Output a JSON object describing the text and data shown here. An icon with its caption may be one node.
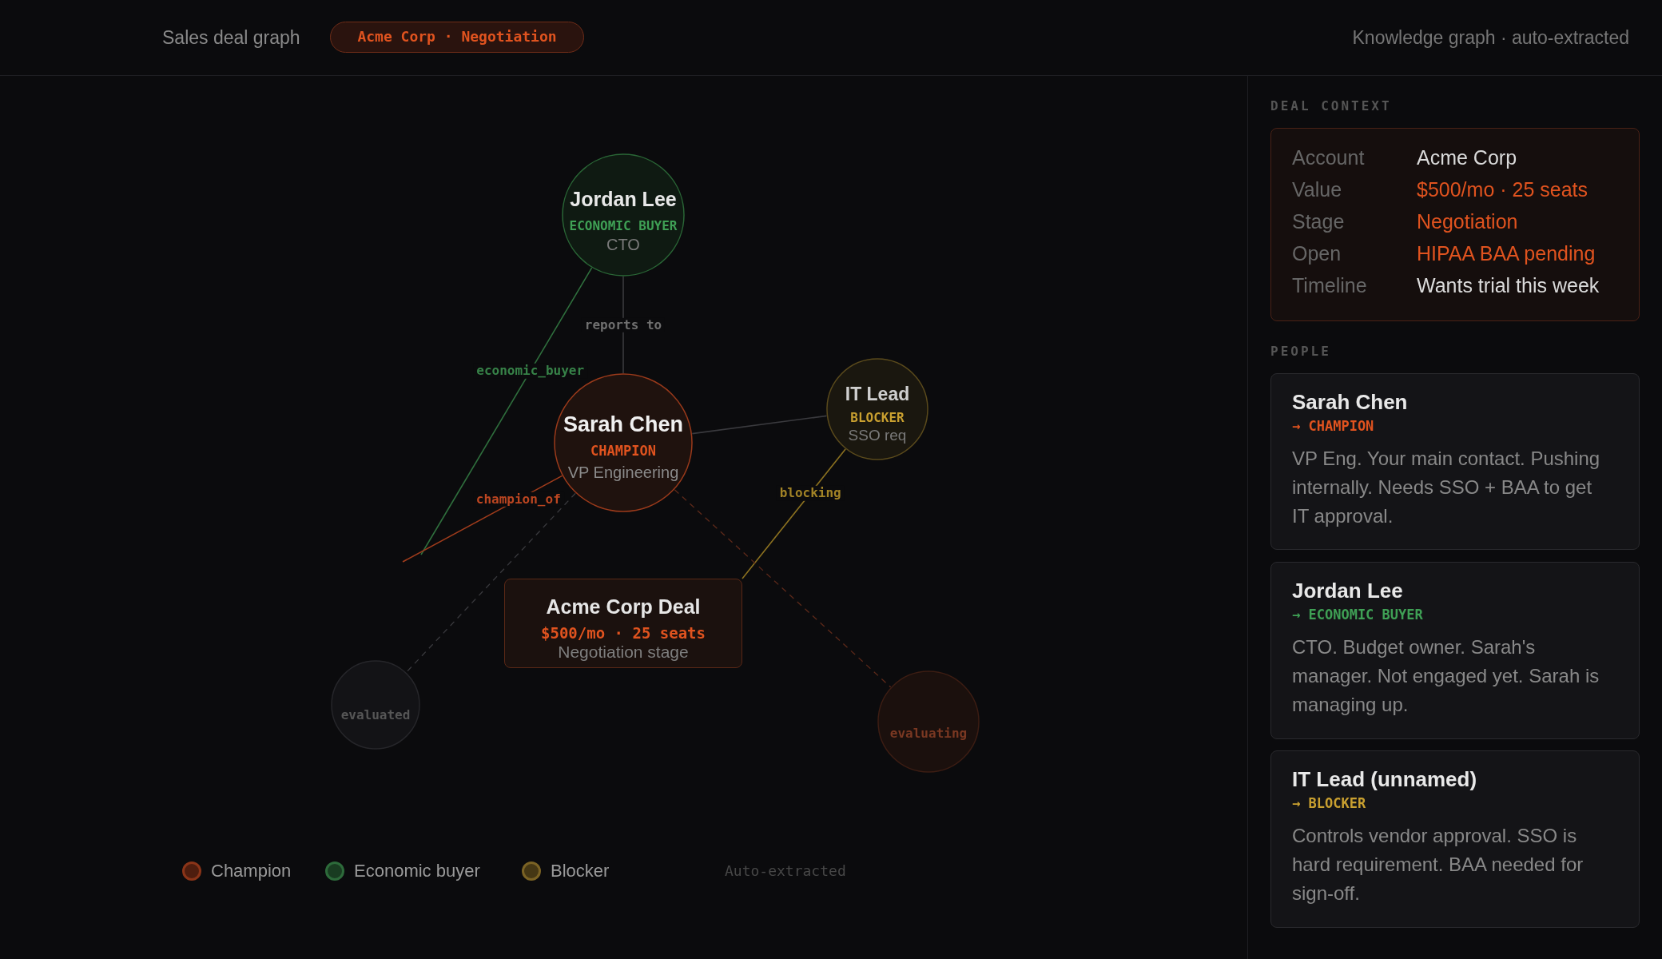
{
  "diagram": {
    "title": "Sales deal graph",
    "nodes": [
      {
        "text": [
          "Acme Corp · Negotiation"
        ]
      },
      {
        "text": [
          "Jordan Lee",
          "ECONOMIC BUYER",
          "CTO"
        ]
      },
      {
        "text": [
          "Sarah Chen",
          "CHAMPION",
          "VP Engineering"
        ]
      },
      {
        "text": [
          "IT Lead",
          "BLOCKER",
          "SSO req"
        ]
      },
      {
        "text": [
          "Acme Corp Deal",
          "$500/mo · 25 seats",
          "Negotiation stage"
        ]
      },
      {
        "text": [
          "evaluated"
        ]
      },
      {
        "text": [
          "evaluating"
        ]
      },
      {
        "text": [
          "Account",
          "Acme Corp",
          "Value",
          "$500/mo · 25 seats",
          "Stage",
          "Negotiation",
          "Open",
          "HIPAA BAA pending",
          "Timeline",
          "Wants trial this week"
        ]
      },
      {
        "text": [
          "Sarah Chen",
          "→ CHAMPION",
          "VP Eng. Your main contact. Pushing internally. Needs SSO + BAA to get IT approval."
        ]
      },
      {
        "text": [
          "Jordan Lee",
          "→ ECONOMIC BUYER",
          "CTO. Budget owner. Sarah's manager. Not engaged yet. Sarah is managing up."
        ]
      },
      {
        "text": [
          "IT Lead (unnamed)",
          "→ BLOCKER",
          "Controls vendor approval. SSO is hard requirement. BAA needed for sign-off."
        ]
      }
    ],
    "edges": [
      {
        "from": 2,
        "to": 1,
        "arrow": "none",
        "label": "reports to"
      },
      {
        "from": 1,
        "to": null,
        "arrow": "none",
        "label": "economic_buyer",
        "color": "#2f6f3d"
      },
      {
        "from": 2,
        "to": null,
        "arrow": "none",
        "label": "champion_of",
        "color": "#a03c1c"
      },
      {
        "from": 2,
        "to": 3,
        "arrow": "none"
      },
      {
        "from": 3,
        "to": 4,
        "arrow": "none",
        "label": "blocking",
        "color": "#8a7020"
      },
      {
        "from": 2,
        "to": 5,
        "arrow": "none",
        "style": "dashed"
      },
      {
        "from": 2,
        "to": 6,
        "arrow": "none",
        "style": "dashed",
        "color": "#5e2a1a"
      }
    ],
    "labels": [
      "Knowledge graph · auto-extracted",
      "DEAL CONTEXT",
      "PEOPLE",
      "Auto-extracted"
    ],
    "legend": [
      {
        "text": "Champion",
        "color": "#8a3418"
      },
      {
        "text": "Economic buyer",
        "color": "#2d6a3a"
      },
      {
        "text": "Blocker",
        "color": "#7a6224"
      }
    ]
  }
}
